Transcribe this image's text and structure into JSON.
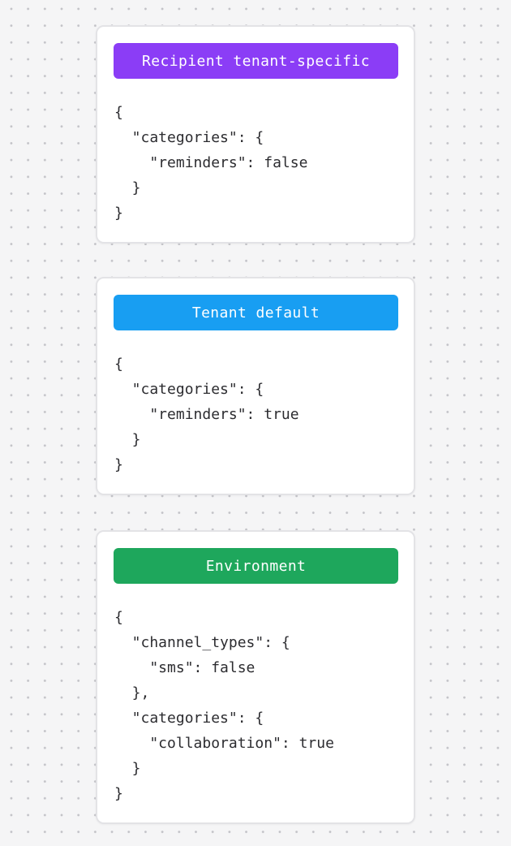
{
  "canvas": {
    "background_color": "#f5f5f6",
    "dot_color": "#c2c2c7",
    "card_background": "#ffffff",
    "card_border_color": "#e3e3e6",
    "code_text_color": "#2c2c30"
  },
  "cards": [
    {
      "badge": {
        "label": "Recipient tenant-specific",
        "color": "#8b3df6"
      },
      "code": "{\n  \"categories\": {\n    \"reminders\": false\n  }\n}"
    },
    {
      "badge": {
        "label": "Tenant default",
        "color": "#189ef2"
      },
      "code": "{\n  \"categories\": {\n    \"reminders\": true\n  }\n}"
    },
    {
      "badge": {
        "label": "Environment",
        "color": "#1ea75c"
      },
      "code": "{\n  \"channel_types\": {\n    \"sms\": false\n  },\n  \"categories\": {\n    \"collaboration\": true\n  }\n}"
    }
  ]
}
